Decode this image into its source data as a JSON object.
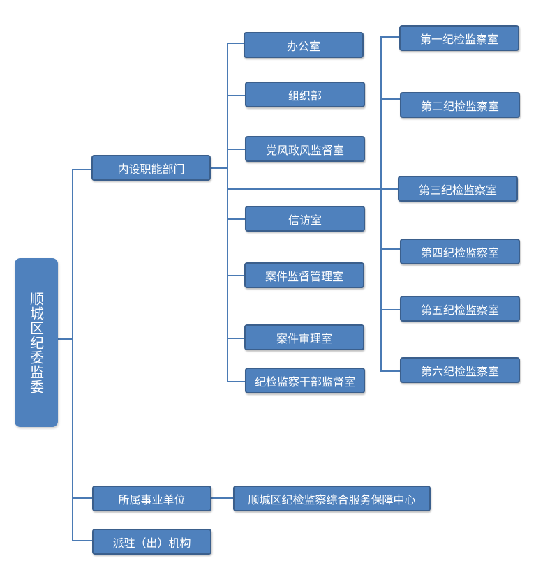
{
  "root": {
    "label": "顺城区纪委监委"
  },
  "level1": {
    "internal": "内设职能部门",
    "affiliated": "所属事业单位",
    "dispatched": "派驻（出）机构"
  },
  "internal_departments": [
    "办公室",
    "组织部",
    "党风政风监督室",
    "信访室",
    "案件监督管理室",
    "案件审理室",
    "纪检监察干部监督室"
  ],
  "inspection_offices": [
    "第一纪检监察室",
    "第二纪检监察室",
    "第三纪检监察室",
    "第四纪检监察室",
    "第五纪检监察室",
    "第六纪检监察室"
  ],
  "affiliated_units": [
    "顺城区纪检监察综合服务保障中心"
  ],
  "colors": {
    "box_fill": "#4f81bd",
    "box_border": "#3b5f8c",
    "line": "#4a7ab4",
    "text": "#ffffff"
  }
}
